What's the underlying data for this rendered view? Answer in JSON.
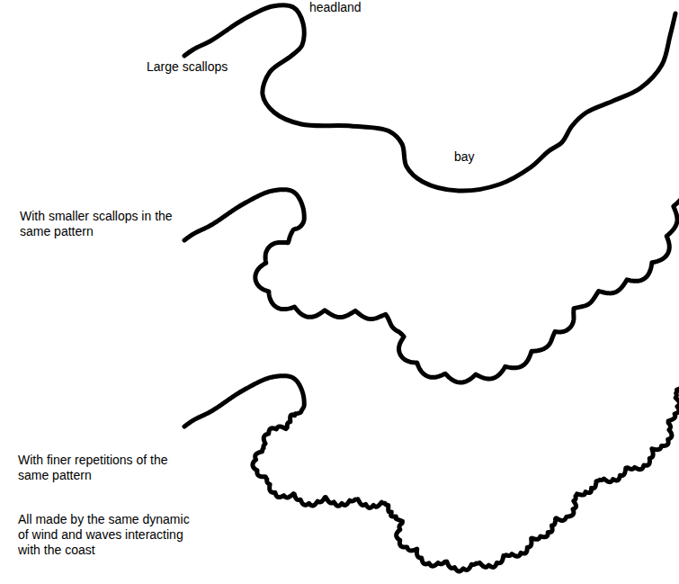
{
  "diagram": {
    "labels": [
      "headland",
      "Large scallops",
      "bay",
      "With smaller scallops in the same pattern",
      "With finer repetitions of the same pattern",
      "All made by the same dynamic of wind and waves interacting with the coast"
    ]
  }
}
